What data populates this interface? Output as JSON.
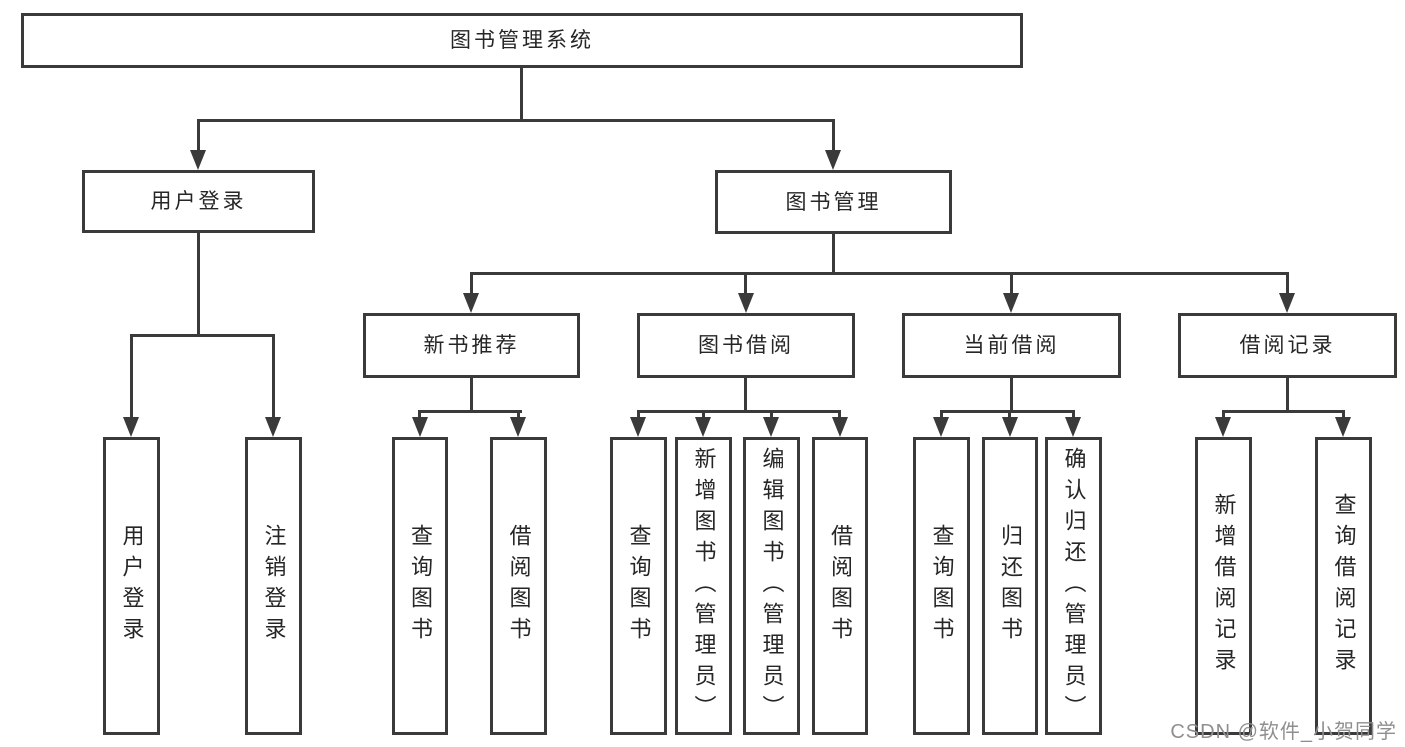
{
  "diagram_type": "hierarchy-tree",
  "colors": {
    "line": "#3a3a3a",
    "text": "#262626",
    "watermark": "#8f8f8f",
    "background": "#ffffff"
  },
  "tree": {
    "label": "图书管理系统",
    "children": [
      {
        "label": "用户登录",
        "children": [
          {
            "label": "用户登录"
          },
          {
            "label": "注销登录"
          }
        ]
      },
      {
        "label": "图书管理",
        "children": [
          {
            "label": "新书推荐",
            "children": [
              {
                "label": "查询图书"
              },
              {
                "label": "借阅图书"
              }
            ]
          },
          {
            "label": "图书借阅",
            "children": [
              {
                "label": "查询图书"
              },
              {
                "label": "新增图书（管理员）"
              },
              {
                "label": "编辑图书（管理员）"
              },
              {
                "label": "借阅图书"
              }
            ]
          },
          {
            "label": "当前借阅",
            "children": [
              {
                "label": "查询图书"
              },
              {
                "label": "归还图书"
              },
              {
                "label": "确认归还（管理员）"
              }
            ]
          },
          {
            "label": "借阅记录",
            "children": [
              {
                "label": "新增借阅记录"
              },
              {
                "label": "查询借阅记录"
              }
            ]
          }
        ]
      }
    ]
  },
  "watermark": {
    "text": "CSDN @软件_小贺同学"
  }
}
